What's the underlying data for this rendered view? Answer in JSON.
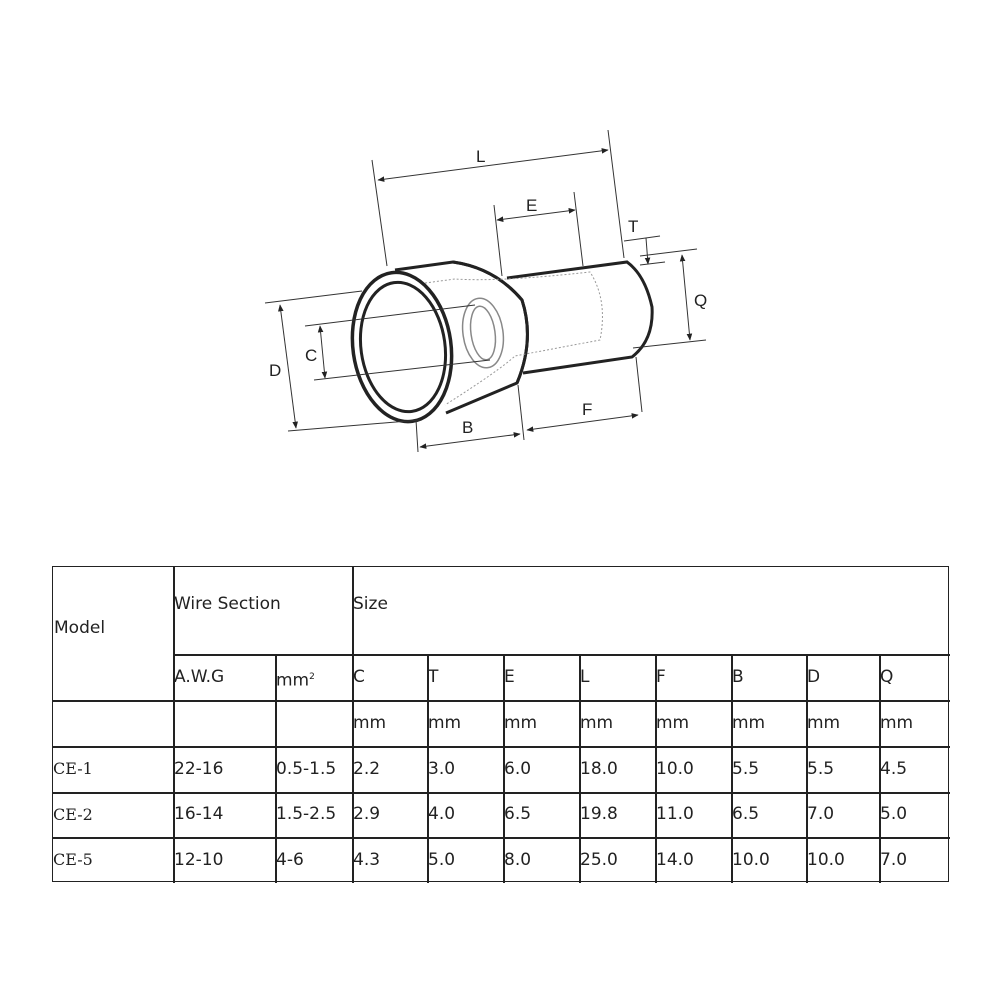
{
  "diagram": {
    "labels": {
      "L": "L",
      "E": "E",
      "T": "T",
      "Q": "Q",
      "D": "D",
      "C": "C",
      "B": "B",
      "F": "F"
    }
  },
  "table": {
    "header": {
      "model": "Model",
      "wire_section": "Wire Section",
      "size": "Size",
      "awg": "A.W.G",
      "mm2_base": "mm",
      "mm2_sup": "2",
      "size_columns": [
        "C",
        "T",
        "E",
        "L",
        "F",
        "B",
        "D",
        "Q"
      ],
      "unit_row": [
        "mm",
        "mm",
        "mm",
        "mm",
        "mm",
        "mm",
        "mm",
        "mm"
      ]
    },
    "rows": [
      {
        "model": "CE-1",
        "awg": "22-16",
        "mm2": "0.5-1.5",
        "values": [
          "2.2",
          "3.0",
          "6.0",
          "18.0",
          "10.0",
          "5.5",
          "5.5",
          "4.5"
        ]
      },
      {
        "model": "CE-2",
        "awg": "16-14",
        "mm2": "1.5-2.5",
        "values": [
          "2.9",
          "4.0",
          "6.5",
          "19.8",
          "11.0",
          "6.5",
          "7.0",
          "5.0"
        ]
      },
      {
        "model": "CE-5",
        "awg": "12-10",
        "mm2": "4-6",
        "values": [
          "4.3",
          "5.0",
          "8.0",
          "25.0",
          "14.0",
          "10.0",
          "10.0",
          "7.0"
        ]
      }
    ]
  }
}
